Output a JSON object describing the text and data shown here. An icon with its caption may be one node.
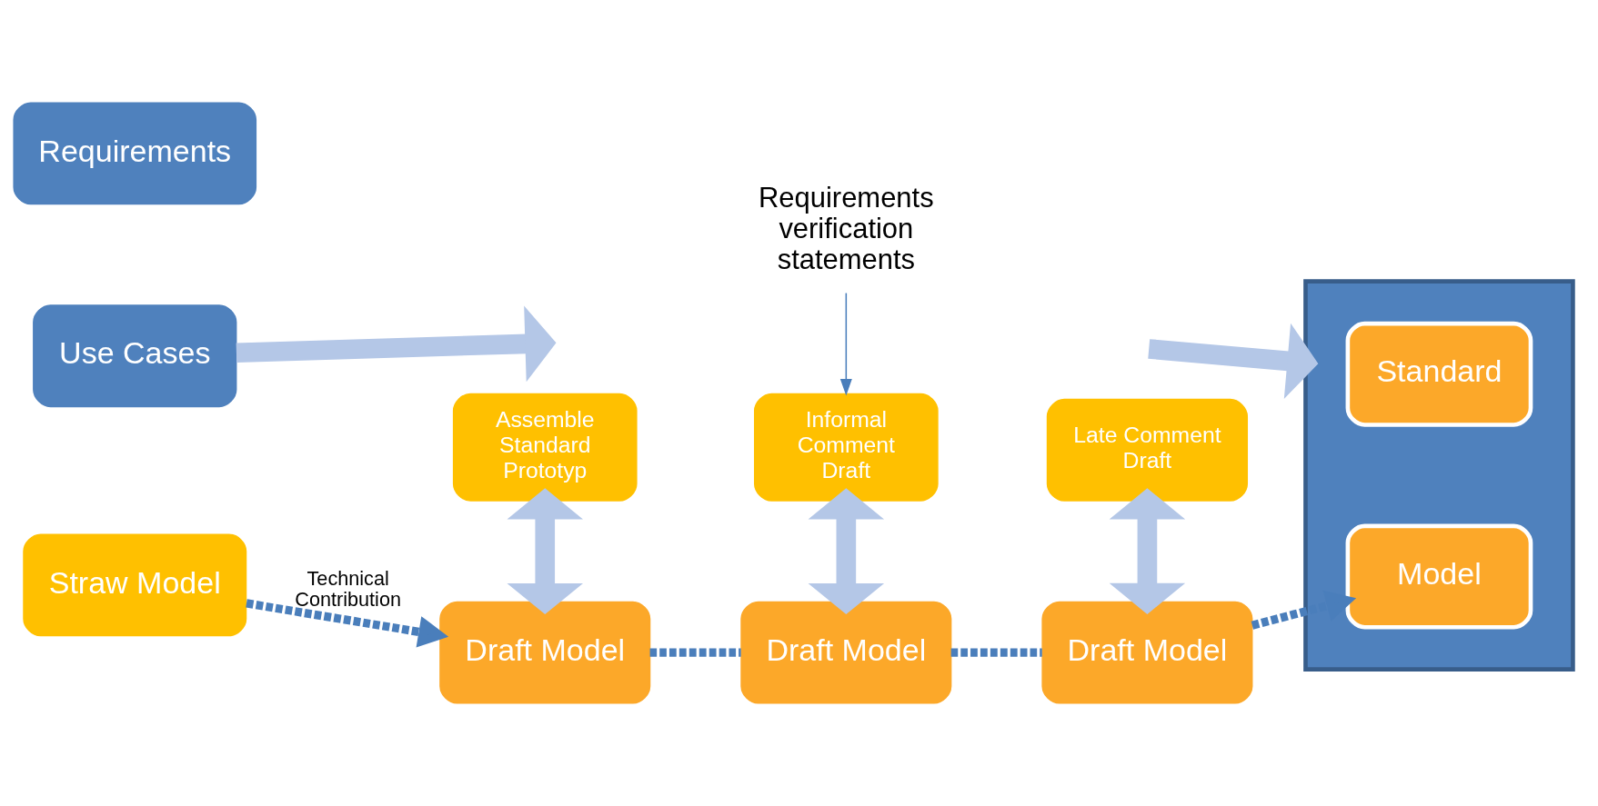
{
  "diagram": {
    "nodes": [
      {
        "text": [
          "Requirements"
        ]
      },
      {
        "text": [
          "Use Cases"
        ]
      },
      {
        "text": [
          "Straw Model"
        ]
      },
      {
        "text": [
          "Assemble Standard Prototyp"
        ]
      },
      {
        "text": [
          "Informal Comment Draft"
        ]
      },
      {
        "text": [
          "Late Comment Draft"
        ]
      },
      {
        "text": [
          "Requirements verification statements"
        ]
      },
      {
        "text": [
          "Draft Model"
        ]
      },
      {
        "text": [
          "Draft Model"
        ]
      },
      {
        "text": [
          "Draft Model"
        ]
      },
      {
        "text": [],
        "shape": "box"
      },
      {
        "text": [
          "Standard"
        ],
        "in": 10
      },
      {
        "text": [
          "Model"
        ],
        "in": 10
      }
    ],
    "edges": [
      {
        "from": 1,
        "to": null,
        "arrow": "to",
        "style": "thick",
        "color": "#b4c7e7"
      },
      {
        "from": 2,
        "to": 7,
        "arrow": "to",
        "style": "dashed",
        "color": "#4a7ebb",
        "label": "Technical Contribution"
      },
      {
        "from": 6,
        "to": 4,
        "arrow": "to",
        "color": "#4a7ebb"
      },
      {
        "from": 3,
        "to": 7,
        "arrow": "both",
        "style": "thick",
        "color": "#b4c7e7"
      },
      {
        "from": 4,
        "to": 8,
        "arrow": "both",
        "style": "thick",
        "color": "#b4c7e7"
      },
      {
        "from": 5,
        "to": 9,
        "arrow": "both",
        "style": "thick",
        "color": "#b4c7e7"
      },
      {
        "from": 7,
        "to": 8,
        "arrow": "none",
        "style": "dashed",
        "color": "#4a7ebb"
      },
      {
        "from": 8,
        "to": 9,
        "arrow": "none",
        "style": "dashed",
        "color": "#4a7ebb"
      },
      {
        "from": 9,
        "to": 12,
        "arrow": "to",
        "style": "dashed",
        "color": "#4a7ebb"
      },
      {
        "from": null,
        "to": 10,
        "arrow": "to",
        "style": "thick",
        "color": "#b4c7e7"
      }
    ]
  }
}
